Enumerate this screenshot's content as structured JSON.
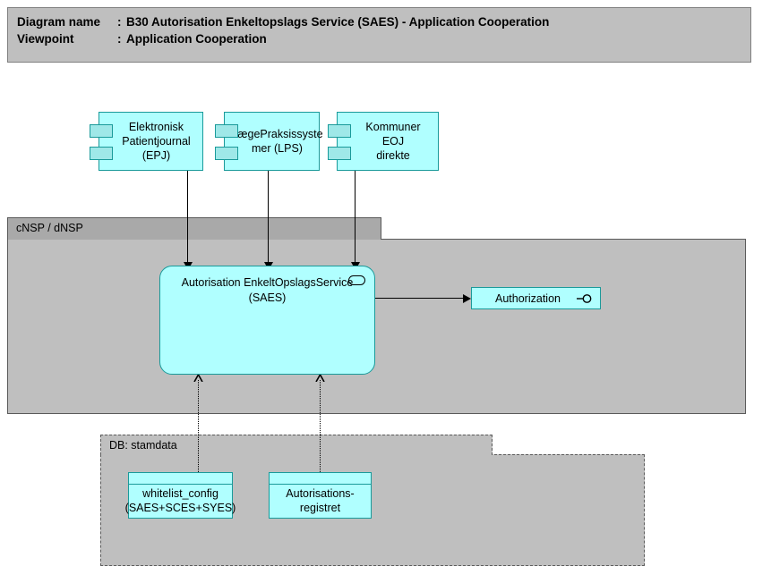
{
  "header": {
    "diagram_name_label": "Diagram name",
    "diagram_name_sep": ":",
    "diagram_name_value": "B30 Autorisation Enkeltopslags Service (SAES) - Application Cooperation",
    "viewpoint_label": "Viewpoint",
    "viewpoint_sep": ":",
    "viewpoint_value": "Application Cooperation"
  },
  "colors": {
    "node_fill": "#b0ffff",
    "node_border": "#1a9a9a",
    "container_fill": "#bfbfbf",
    "container_tab_fill": "#a9a9a9",
    "container_border": "#5a5a5a",
    "line": "#000000",
    "title_fill": "#bfbfbf"
  },
  "components": [
    {
      "id": "epj",
      "label": "Elektronisk\nPatientjournal\n(EPJ)",
      "line1": "Elektronisk",
      "line2": "Patientjournal",
      "line3": "(EPJ)",
      "icon": "uml-component-icon"
    },
    {
      "id": "lps",
      "label": "LægePraksissyste\nmer (LPS)",
      "line1": "LægePraksissyste",
      "line2": "mer (LPS)",
      "line3": "",
      "icon": "uml-component-icon"
    },
    {
      "id": "kommuner",
      "label": "Kommuner EOJ\ndirekte",
      "line1": "Kommuner EOJ",
      "line2": "direkte",
      "line3": "",
      "icon": "uml-component-icon"
    }
  ],
  "containers": {
    "nsp": {
      "label": "cNSP / dNSP",
      "style": "solid"
    },
    "db": {
      "label": "DB: stamdata",
      "style": "dashed"
    }
  },
  "service": {
    "line1": "Autorisation EnkeltOpslagsService",
    "line2": "(SAES)",
    "icon": "application-service-icon"
  },
  "interface": {
    "label": "Authorization",
    "icon": "provided-interface-lollipop-icon"
  },
  "data_objects": [
    {
      "id": "whitelist",
      "line1": "whitelist_config",
      "line2": "(SAES+SCES+SYES)"
    },
    {
      "id": "autreg",
      "line1": "Autorisations-",
      "line2": "registret"
    }
  ]
}
